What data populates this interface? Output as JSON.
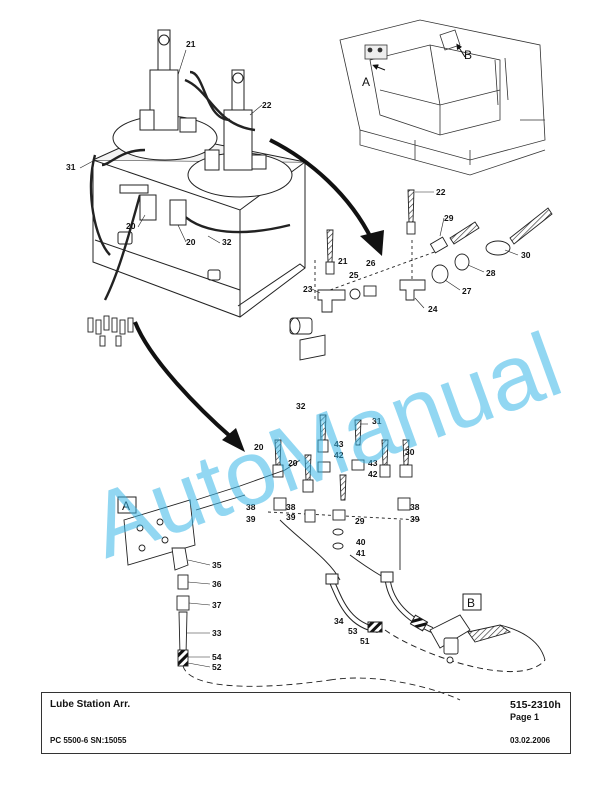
{
  "watermark": "AutoManual",
  "callouts": {
    "c21a": "21",
    "c22a": "22",
    "c31a": "31",
    "c20a": "20",
    "c20b": "20",
    "c32a": "32",
    "c22b": "22",
    "c29a": "29",
    "c30a": "30",
    "c21b": "21",
    "c26": "26",
    "c25": "25",
    "c23": "23",
    "c24": "24",
    "c27": "27",
    "c28": "28",
    "c32b": "32",
    "c31b": "31",
    "c20c": "20",
    "c43a": "43",
    "c42a": "42",
    "c20d": "20",
    "c43b": "43",
    "c42b": "42",
    "c30b": "30",
    "c38a": "38",
    "c39a": "39",
    "c38b": "38",
    "c39b": "39",
    "c29b": "29",
    "c40": "40",
    "c41": "41",
    "c38c": "38",
    "c39c": "39",
    "c35": "35",
    "c36": "36",
    "c37": "37",
    "c33": "33",
    "c54": "54",
    "c52": "52",
    "c34": "34",
    "c53": "53",
    "c51": "51"
  },
  "view_labels": {
    "a_box": "A",
    "b_box": "B",
    "a_top": "A",
    "b_top": "B"
  },
  "title_block": {
    "title": "Lube Station Arr.",
    "doc_number": "515-2310h",
    "page": "Page 1",
    "model": "PC 5500-6 SN:15055",
    "date": "03.02.2006"
  }
}
